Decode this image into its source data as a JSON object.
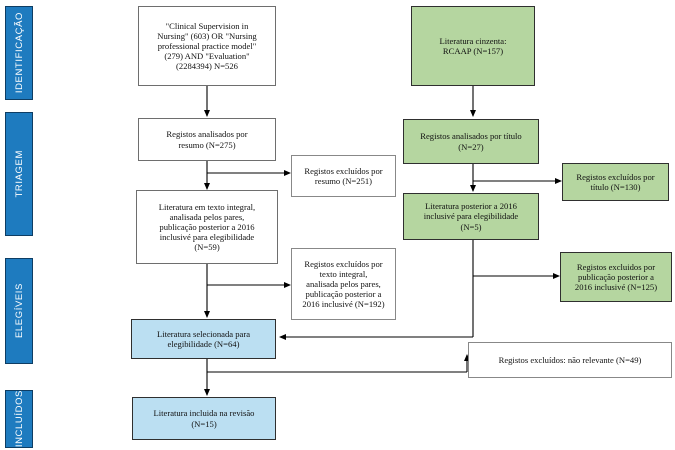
{
  "diagram": {
    "title": "PRISMA flow diagram",
    "colors": {
      "stage_bar_fill": "#1E7BBF",
      "stage_bar_border": "#0E3D63",
      "green_fill": "#B5D6A0",
      "blue_fill": "#BBDFF2",
      "white_fill": "#FFFFFF",
      "line": "#000000"
    }
  },
  "stages": [
    {
      "id": "identificacao",
      "label": "IDENTIFICAÇÃO"
    },
    {
      "id": "triagem",
      "label": "TRIAGEM"
    },
    {
      "id": "elegiveis",
      "label": "ELEGÍVEIS"
    },
    {
      "id": "incluidos",
      "label": "INCLUÍDOS"
    }
  ],
  "nodes": {
    "search_query": "\"Clinical Supervision in\nNursing\" (603) OR \"Nursing\nprofessional practice model\"\n(279) AND \"Evaluation\"\n(2284394) N=526",
    "grey_literature": "Literatura cinzenta:\nRCAAP (N=157)",
    "screened_abstract": "Registos analisados por\nresumo (N=275)",
    "screened_title": "Registos analisados por título\n(N=27)",
    "excluded_abstract": "Registos excluídos por\nresumo (N=251)",
    "excluded_title": "Registos excluídos por\ntítulo (N=130)",
    "fulltext_eligibility": "Literatura em texto integral,\nanalisada pelos pares,\npublicação posterior a 2016\ninclusivé para elegibilidade\n(N=59)",
    "post2016_eligibility": "Literatura posterior a 2016\ninclusivé para elegibilidade\n(N=5)",
    "excluded_fulltext": "Registos excluídos por\ntexto integral,\nanalisada pelos pares,\npublicação posterior a\n2016 inclusivé (N=192)",
    "excluded_publication": "Registos excluidos por\npublicação posterior a\n2016 inclusivé (N=125)",
    "selected_eligibility": "Literatura selecionada para\nelegibilidade (N=64)",
    "excluded_not_relevant": "Registos excluídos: não relevante (N=49)",
    "included_review": "Literatura incluida na revisão\n(N=15)"
  }
}
